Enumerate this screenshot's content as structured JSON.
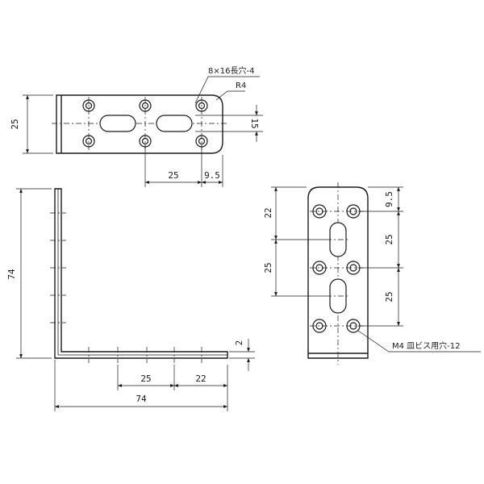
{
  "top_view": {
    "note_slot": "8×16長穴-4",
    "note_radius": "R4",
    "dim_height": "25",
    "dim_slot_spacing": "15",
    "dim_hole_pitch": "25",
    "dim_edge": "9.5"
  },
  "side_view": {
    "dim_vertical_leg": "74",
    "dim_horizontal_leg": "74",
    "dim_thickness": "2",
    "dim_first_hole": "25",
    "dim_second_hole": "22"
  },
  "front_view": {
    "dim_22": "22",
    "dim_25_left": "25",
    "dim_9_5": "9.5",
    "dim_25_right_upper": "25",
    "dim_25_right_lower": "25",
    "note_screw_hole": "M4 皿ビス用穴-12"
  }
}
